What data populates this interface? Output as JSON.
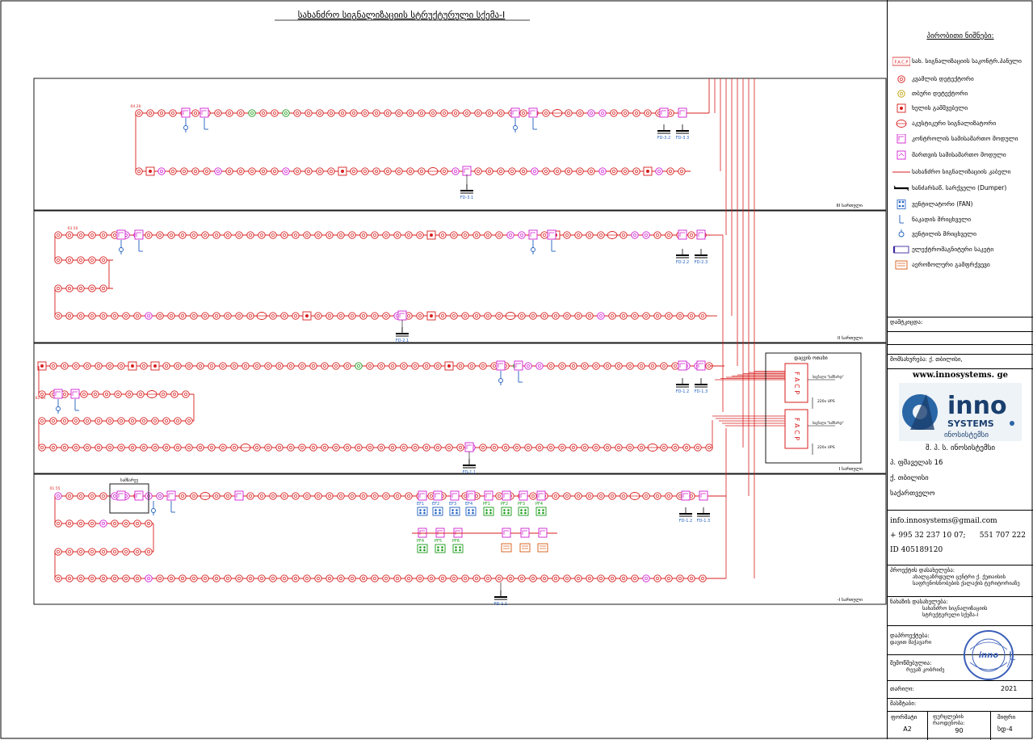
{
  "title": "სახანძრო სიგნალიზაციის სტრუქტურული სქემა-I",
  "floors": [
    {
      "label": "III სართული",
      "start_num": "04.20",
      "fd": [
        "FD-3.2",
        "FD-3.3",
        "FD-3.1"
      ]
    },
    {
      "label": "II სართული",
      "start_num": "03.50",
      "fd": [
        "FD-2.2",
        "FD-2.3",
        "FD-2.1"
      ]
    },
    {
      "label": "I სართული",
      "start_num": "02.61",
      "fd": [
        "FD-1.2",
        "FD-1.3",
        "FD-1.1"
      ]
    },
    {
      "label": "-I სართული",
      "start_num": "01.55",
      "fd": [
        "FD-1.2",
        "FD-1.3",
        "FD-1.1"
      ]
    }
  ],
  "control_room": {
    "label": "დაცვის ოთახი",
    "facp": "F A C P",
    "out1": "სიგნალი \"სამზარდ\"",
    "out2": "სიგნალი \"სამზარდ\"",
    "ups1": "220v UPS",
    "ups2": "220v UPS"
  },
  "basement": {
    "box_label": "სამზარეუ",
    "fans": [
      "EF1",
      "EF2",
      "EF3",
      "EF4",
      "PF1",
      "PF2",
      "PF3",
      "PF4",
      "PF4",
      "PF5",
      "PF6"
    ]
  },
  "legend": {
    "heading": "პირობითი ნიშნები:",
    "items": [
      {
        "icon": "facp-icon",
        "label": "სახ. სიგნალიზაციის საკონტრ.პანელი",
        "code": "F.A.C.P"
      },
      {
        "icon": "smoke-detector-icon",
        "label": "კვამლის დეტექტორი"
      },
      {
        "icon": "heat-detector-icon",
        "label": "თბური დეტექტორი"
      },
      {
        "icon": "manual-call-point-icon",
        "label": "ხელის გამშვებელი"
      },
      {
        "icon": "sounder-icon",
        "label": "აკუსტიკური სიგნალიზატორი"
      },
      {
        "icon": "control-module-icon",
        "label": "კონტროლის სამისამართო მოდული"
      },
      {
        "icon": "monitor-module-icon",
        "label": "მართვის სამისამართო მოდული"
      },
      {
        "icon": "fire-line-icon",
        "label": "სახანძრო სიგნალიზაციის კაბელი"
      },
      {
        "icon": "damper-icon",
        "label": "ხანძარსაწ. სარქველი (Dumper)"
      },
      {
        "icon": "fan-icon",
        "label": "ვენტილატორი (FAN)"
      },
      {
        "icon": "valve-icon",
        "label": "ნაკადის მრიცხველი"
      },
      {
        "icon": "valve-round-icon",
        "label": "ვენტილის მრიცხველი"
      },
      {
        "icon": "electro-magnet-icon",
        "label": "ელექტრომაგნიტური საკეტი"
      },
      {
        "icon": "aerosol-icon",
        "label": "აეროზოლური გამფრქვევი"
      }
    ]
  },
  "title_block": {
    "approved": "დამტკიცდა:",
    "owner": "მომსახურება: ქ. თბილისი,",
    "website": "www.innosystems. ge",
    "logo_main": "inno",
    "logo_sub": "SYSTEMS",
    "logo_ka": "ინოსისტემსი",
    "company": "შ. პ. ს. ინოსისტემსი",
    "address1": "პ. ფშაველას 16",
    "address2": "ქ. თბილისი",
    "address3": "საქართველო",
    "email": "info.innosystems@gmail.com",
    "phone": "+ 995 32 237 10 07;      551 707 222",
    "id": "ID 405189120",
    "project_label": "პროექტის დასახელება:",
    "project_name": "ახალგაზრდული ცენტრი ქ. ქუთაისის\nსაფრენოსნობების ქალაქის ტერიტორიაზე",
    "sheet_label": "ნახაზის დასახელება:",
    "sheet_name": "სახანძრო სიგნალიზაციის\nსტრუქტურული სქემა-I",
    "designer_label": "დაპროექტება:",
    "designer": "დავით მაჭავარი",
    "checker_label": "შემოწმებულია:",
    "checker": "რევაზ კობრიძე",
    "date_label": "თარიღი:",
    "year": "2021",
    "scale_label": "მასშტაბი:",
    "format_label": "ფორმატი",
    "format": "A2",
    "sheets_label": "ფურცლების რაოდენობა:",
    "sheets": "90",
    "code_label": "შიფრი",
    "code": "სდ-4"
  }
}
